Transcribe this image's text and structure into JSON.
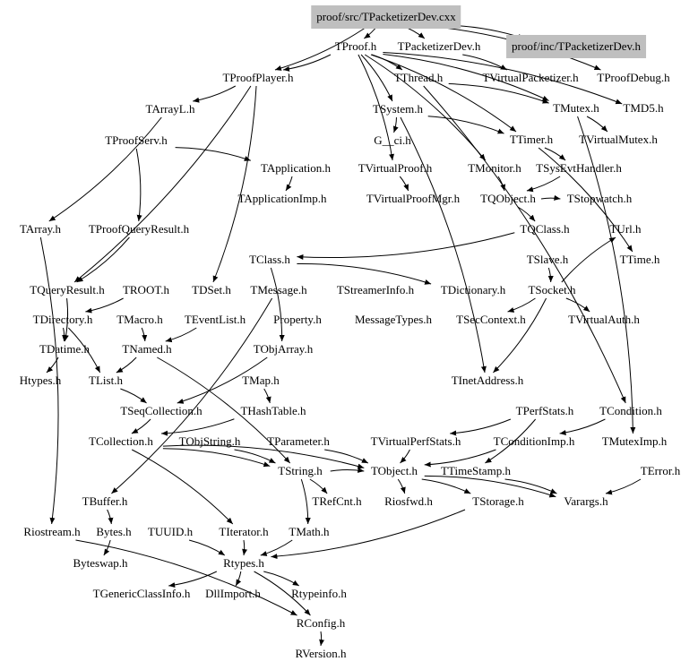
{
  "nodes": [
    "proof/src/TPacketizerDev.cxx",
    "TProof.h",
    "TPacketizerDev.h",
    "proof/inc/TPacketizerDev.h",
    "TProofPlayer.h",
    "TThread.h",
    "TVirtualPacketizer.h",
    "TProofDebug.h",
    "TArrayL.h",
    "TSystem.h",
    "TMutex.h",
    "TMD5.h",
    "TProofServ.h",
    "G__ci.h",
    "TTimer.h",
    "TVirtualMutex.h",
    "TApplication.h",
    "TVirtualProof.h",
    "TMonitor.h",
    "TSysEvtHandler.h",
    "TApplicationImp.h",
    "TVirtualProofMgr.h",
    "TQObject.h",
    "TStopwatch.h",
    "TArray.h",
    "TProofQueryResult.h",
    "TQClass.h",
    "TUrl.h",
    "TClass.h",
    "TSlave.h",
    "TTime.h",
    "TQueryResult.h",
    "TROOT.h",
    "TDSet.h",
    "TMessage.h",
    "TStreamerInfo.h",
    "TDictionary.h",
    "TSocket.h",
    "TDirectory.h",
    "TMacro.h",
    "TEventList.h",
    "Property.h",
    "MessageTypes.h",
    "TSecContext.h",
    "TVirtualAuth.h",
    "TDatime.h",
    "TNamed.h",
    "TObjArray.h",
    "Htypes.h",
    "TList.h",
    "TMap.h",
    "TInetAddress.h",
    "TSeqCollection.h",
    "THashTable.h",
    "TPerfStats.h",
    "TCondition.h",
    "TCollection.h",
    "TObjString.h",
    "TParameter.h",
    "TVirtualPerfStats.h",
    "TConditionImp.h",
    "TMutexImp.h",
    "TString.h",
    "TObject.h",
    "TTimeStamp.h",
    "TError.h",
    "TBuffer.h",
    "TRefCnt.h",
    "Riosfwd.h",
    "TStorage.h",
    "Varargs.h",
    "Riostream.h",
    "Bytes.h",
    "TUUID.h",
    "TIterator.h",
    "TMath.h",
    "Byteswap.h",
    "Rtypes.h",
    "TGenericClassInfo.h",
    "DllImport.h",
    "Rtypeinfo.h",
    "RConfig.h",
    "RVersion.h"
  ],
  "highlighted": [
    "proof/src/TPacketizerDev.cxx",
    "proof/inc/TPacketizerDev.h"
  ],
  "edges": [
    [
      "proof/src/TPacketizerDev.cxx",
      "TProof.h"
    ],
    [
      "proof/src/TPacketizerDev.cxx",
      "TPacketizerDev.h"
    ],
    [
      "proof/src/TPacketizerDev.cxx",
      "proof/inc/TPacketizerDev.h"
    ],
    [
      "proof/src/TPacketizerDev.cxx",
      "TProofDebug.h"
    ],
    [
      "proof/src/TPacketizerDev.cxx",
      "TProofPlayer.h"
    ],
    [
      "TPacketizerDev.h",
      "TVirtualPacketizer.h"
    ],
    [
      "TProof.h",
      "TProofPlayer.h"
    ],
    [
      "TProof.h",
      "TThread.h"
    ],
    [
      "TProof.h",
      "TSystem.h"
    ],
    [
      "TProof.h",
      "TMD5.h"
    ],
    [
      "TProof.h",
      "TMutex.h"
    ],
    [
      "TProof.h",
      "TVirtualProof.h"
    ],
    [
      "TProof.h",
      "TTimer.h"
    ],
    [
      "TProof.h",
      "TMonitor.h"
    ],
    [
      "TProofPlayer.h",
      "TArrayL.h"
    ],
    [
      "TProofPlayer.h",
      "TQueryResult.h"
    ],
    [
      "TProofPlayer.h",
      "TDSet.h"
    ],
    [
      "TArrayL.h",
      "TArray.h"
    ],
    [
      "TProofServ.h",
      "TApplication.h"
    ],
    [
      "TProofServ.h",
      "TProofQueryResult.h"
    ],
    [
      "TProofQueryResult.h",
      "TQueryResult.h"
    ],
    [
      "TSystem.h",
      "TTimer.h"
    ],
    [
      "TSystem.h",
      "G__ci.h"
    ],
    [
      "TSystem.h",
      "TInetAddress.h"
    ],
    [
      "TThread.h",
      "TCondition.h"
    ],
    [
      "TThread.h",
      "TMutex.h"
    ],
    [
      "TMutex.h",
      "TMutexImp.h"
    ],
    [
      "TMutex.h",
      "TVirtualMutex.h"
    ],
    [
      "TApplication.h",
      "TApplicationImp.h"
    ],
    [
      "TVirtualProof.h",
      "TVirtualProofMgr.h"
    ],
    [
      "TMonitor.h",
      "TQObject.h"
    ],
    [
      "TTimer.h",
      "TSysEvtHandler.h"
    ],
    [
      "TSysEvtHandler.h",
      "TQObject.h"
    ],
    [
      "TQObject.h",
      "TQClass.h"
    ],
    [
      "TQObject.h",
      "TStopwatch.h"
    ],
    [
      "TQClass.h",
      "TClass.h"
    ],
    [
      "TClass.h",
      "TDictionary.h"
    ],
    [
      "TClass.h",
      "TObjArray.h"
    ],
    [
      "TSlave.h",
      "TSocket.h"
    ],
    [
      "TSocket.h",
      "TSecContext.h"
    ],
    [
      "TSocket.h",
      "TVirtualAuth.h"
    ],
    [
      "TSocket.h",
      "TInetAddress.h"
    ],
    [
      "TSocket.h",
      "TUrl.h"
    ],
    [
      "TTimer.h",
      "TTime.h"
    ],
    [
      "TMessage.h",
      "TBuffer.h"
    ],
    [
      "TROOT.h",
      "TDirectory.h"
    ],
    [
      "TDirectory.h",
      "TDatime.h"
    ],
    [
      "TDirectory.h",
      "TList.h"
    ],
    [
      "TQueryResult.h",
      "TDatime.h"
    ],
    [
      "TMacro.h",
      "TNamed.h"
    ],
    [
      "TNamed.h",
      "TString.h"
    ],
    [
      "TObjArray.h",
      "TSeqCollection.h"
    ],
    [
      "TList.h",
      "TSeqCollection.h"
    ],
    [
      "TSeqCollection.h",
      "TCollection.h"
    ],
    [
      "TCollection.h",
      "TIterator.h"
    ],
    [
      "TMap.h",
      "THashTable.h"
    ],
    [
      "THashTable.h",
      "TCollection.h"
    ],
    [
      "TString.h",
      "TRefCnt.h"
    ],
    [
      "TString.h",
      "TMath.h"
    ],
    [
      "TObject.h",
      "Riosfwd.h"
    ],
    [
      "TObject.h",
      "TStorage.h"
    ],
    [
      "TObject.h",
      "Varargs.h"
    ],
    [
      "TError.h",
      "Varargs.h"
    ],
    [
      "TStorage.h",
      "Rtypes.h"
    ],
    [
      "TBuffer.h",
      "Bytes.h"
    ],
    [
      "Bytes.h",
      "Byteswap.h"
    ],
    [
      "Rtypes.h",
      "TGenericClassInfo.h"
    ],
    [
      "Rtypes.h",
      "DllImport.h"
    ],
    [
      "Rtypes.h",
      "Rtypeinfo.h"
    ],
    [
      "Rtypes.h",
      "RConfig.h"
    ],
    [
      "RConfig.h",
      "RVersion.h"
    ],
    [
      "Riostream.h",
      "RConfig.h"
    ],
    [
      "TPerfStats.h",
      "TVirtualPerfStats.h"
    ],
    [
      "TPerfStats.h",
      "TTimeStamp.h"
    ],
    [
      "TVirtualPerfStats.h",
      "TObject.h"
    ],
    [
      "TParameter.h",
      "TObject.h"
    ],
    [
      "TObjString.h",
      "TString.h"
    ],
    [
      "TConditionImp.h",
      "TObject.h"
    ],
    [
      "TCondition.h",
      "TConditionImp.h"
    ],
    [
      "TUUID.h",
      "Rtypes.h"
    ],
    [
      "TIterator.h",
      "Rtypes.h"
    ],
    [
      "TMath.h",
      "Rtypes.h"
    ],
    [
      "TArray.h",
      "Riostream.h"
    ],
    [
      "TCollection.h",
      "TObject.h"
    ],
    [
      "TString.h",
      "TObject.h"
    ],
    [
      "TCollection.h",
      "TString.h"
    ],
    [
      "TDatime.h",
      "Htypes.h"
    ],
    [
      "TTimeStamp.h",
      "Varargs.h"
    ],
    [
      "TNamed.h",
      "TList.h"
    ],
    [
      "TEventList.h",
      "TNamed.h"
    ]
  ]
}
